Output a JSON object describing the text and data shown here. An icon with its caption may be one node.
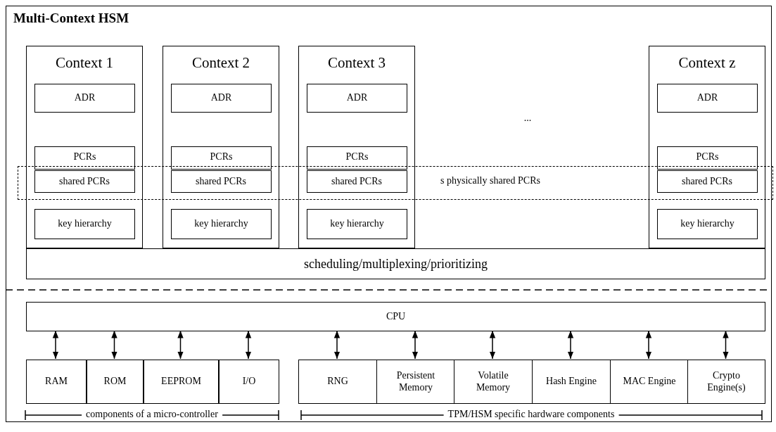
{
  "diagram": {
    "nodes": [
      {
        "text": [
          "Multi-Context HSM"
        ]
      },
      {
        "text": [
          "Context 1"
        ],
        "in": 0
      },
      {
        "text": [
          "ADR"
        ],
        "in": 1
      },
      {
        "text": [
          "PCRs"
        ],
        "in": 1
      },
      {
        "text": [
          "shared PCRs"
        ]
      },
      {
        "text": [
          "key hierarchy"
        ],
        "in": 1
      },
      {
        "text": [
          "Context 2"
        ],
        "in": 0
      },
      {
        "text": [
          "ADR"
        ],
        "in": 6
      },
      {
        "text": [
          "PCRs"
        ],
        "in": 6
      },
      {
        "text": [
          "shared PCRs"
        ]
      },
      {
        "text": [
          "key hierarchy"
        ],
        "in": 6
      },
      {
        "text": [
          "Context 3"
        ],
        "in": 0
      },
      {
        "text": [
          "ADR"
        ],
        "in": 11
      },
      {
        "text": [
          "PCRs"
        ],
        "in": 11
      },
      {
        "text": [
          "shared PCRs"
        ]
      },
      {
        "text": [
          "key hierarchy"
        ],
        "in": 11
      },
      {
        "text": [
          "Context z"
        ],
        "in": 0
      },
      {
        "text": [
          "ADR"
        ],
        "in": 16
      },
      {
        "text": [
          "PCRs"
        ],
        "in": 16
      },
      {
        "text": [
          "shared PCRs"
        ]
      },
      {
        "text": [
          "key hierarchy"
        ],
        "in": 16
      },
      {
        "text": [
          "s physically shared PCRs"
        ],
        "in": 0
      },
      {
        "text": [
          "scheduling/multiplexing/prioritizing"
        ],
        "in": 0
      },
      {
        "text": [
          "CPU"
        ],
        "in": 0
      },
      {
        "text": [
          "RAM"
        ],
        "in": 0
      },
      {
        "text": [
          "ROM"
        ],
        "in": 0
      },
      {
        "text": [
          "EEPROM"
        ],
        "in": 0
      },
      {
        "text": [
          "I/O"
        ],
        "in": 0
      },
      {
        "text": [
          "RNG"
        ],
        "in": 0
      },
      {
        "text": [
          "Persistent Memory"
        ],
        "in": 0
      },
      {
        "text": [
          "Volatile Memory"
        ],
        "in": 0
      },
      {
        "text": [
          "Hash Engine"
        ],
        "in": 0
      },
      {
        "text": [
          "MAC Engine"
        ],
        "in": 0
      },
      {
        "text": [
          "Crypto Engine(s)"
        ],
        "in": 0
      }
    ],
    "edges": [
      {
        "from": 23,
        "to": 24,
        "arrow": "both"
      },
      {
        "from": 23,
        "to": 25,
        "arrow": "both"
      },
      {
        "from": 23,
        "to": 26,
        "arrow": "both"
      },
      {
        "from": 23,
        "to": 27,
        "arrow": "both"
      },
      {
        "from": 23,
        "to": 28,
        "arrow": "both"
      },
      {
        "from": 23,
        "to": 29,
        "arrow": "both"
      },
      {
        "from": 23,
        "to": 30,
        "arrow": "both"
      },
      {
        "from": 23,
        "to": 31,
        "arrow": "both"
      },
      {
        "from": 23,
        "to": 32,
        "arrow": "both"
      },
      {
        "from": 23,
        "to": 33,
        "arrow": "both"
      }
    ],
    "labels": [
      "...",
      "components of a micro-controller",
      "TPM/HSM specific hardware components"
    ]
  }
}
